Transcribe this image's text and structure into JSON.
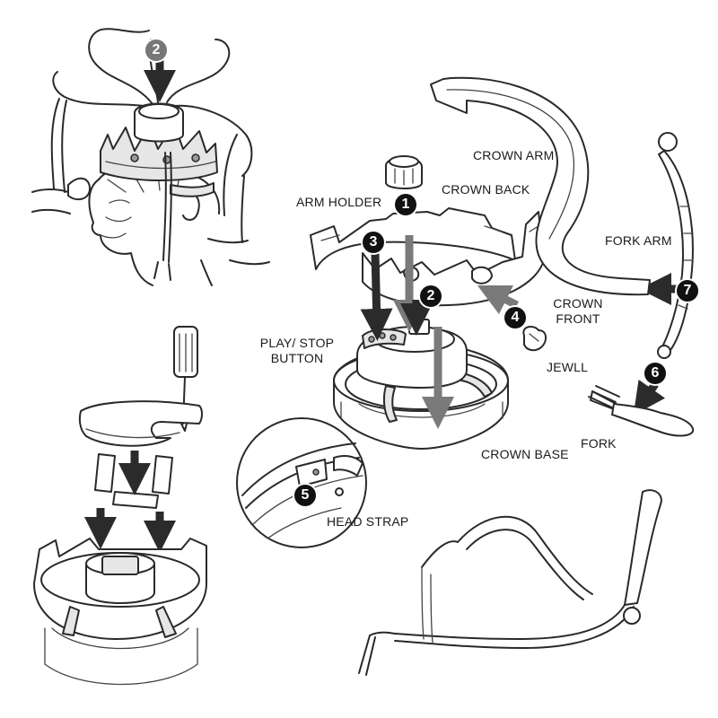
{
  "labels": {
    "arm_holder": "ARM HOLDER",
    "crown_back": "CROWN BACK",
    "crown_arm": "CROWN ARM",
    "fork_arm": "FORK ARM",
    "crown_front_line1": "CROWN",
    "crown_front_line2": "FRONT",
    "play_stop_line1": "PLAY/ STOP",
    "play_stop_line2": "BUTTON",
    "jewell": "JEWLL",
    "fork": "FORK",
    "crown_base": "CROWN BASE",
    "head_strap": "HEAD STRAP"
  },
  "steps": {
    "s1": "1",
    "s2_top": "2",
    "s2_main": "2",
    "s3": "3",
    "s4": "4",
    "s5": "5",
    "s6": "6",
    "s7": "7"
  },
  "colors": {
    "line": "#2a2a2a",
    "badge": "#111111",
    "badge_grey": "#777777",
    "arrow": "#2b2b2b"
  }
}
